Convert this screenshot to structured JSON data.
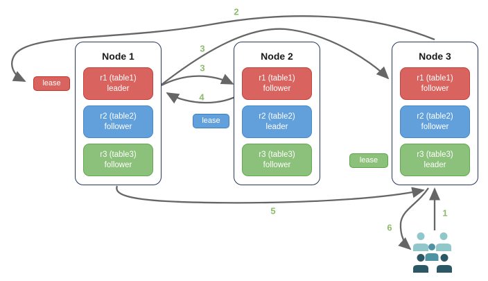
{
  "diagram": {
    "nodes": [
      {
        "title": "Node 1",
        "replicas": [
          {
            "name": "r1 (table1)",
            "role": "leader",
            "color": "red"
          },
          {
            "name": "r2 (table2)",
            "role": "follower",
            "color": "blue"
          },
          {
            "name": "r3 (table3)",
            "role": "follower",
            "color": "green"
          }
        ]
      },
      {
        "title": "Node 2",
        "replicas": [
          {
            "name": "r1 (table1)",
            "role": "follower",
            "color": "red"
          },
          {
            "name": "r2 (table2)",
            "role": "leader",
            "color": "blue"
          },
          {
            "name": "r3 (table3)",
            "role": "follower",
            "color": "green"
          }
        ]
      },
      {
        "title": "Node 3",
        "replicas": [
          {
            "name": "r1 (table1)",
            "role": "follower",
            "color": "red"
          },
          {
            "name": "r2 (table2)",
            "role": "follower",
            "color": "blue"
          },
          {
            "name": "r3 (table3)",
            "role": "leader",
            "color": "green"
          }
        ]
      }
    ],
    "leases": {
      "red": {
        "label": "lease"
      },
      "blue": {
        "label": "lease"
      },
      "green": {
        "label": "lease"
      }
    },
    "steps": {
      "s1": "1",
      "s2": "2",
      "s3a": "3",
      "s3b": "3",
      "s4": "4",
      "s5": "5",
      "s6": "6"
    },
    "icons": {
      "users": "users-icon"
    },
    "colors": {
      "replica_red": "#D9635E",
      "replica_red_border": "#C5413C",
      "replica_blue": "#61A0DB",
      "replica_blue_border": "#4489C8",
      "replica_green": "#8BC17A",
      "replica_green_border": "#62A84E",
      "node_border": "#24365E",
      "arrow": "#666666",
      "step_label": "#8CBB6C",
      "users_light": "#8FC7CB",
      "users_mid": "#4E93A2",
      "users_dark": "#2C5866"
    }
  }
}
